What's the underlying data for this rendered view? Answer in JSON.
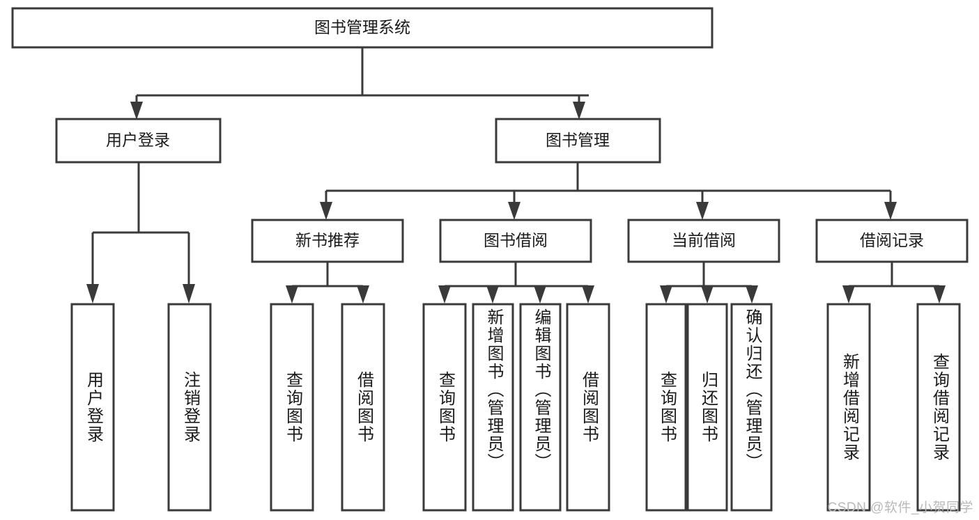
{
  "diagram": {
    "title": "图书管理系统",
    "type": "tree-hierarchy",
    "watermark": "CSDN @软件_小贺同学",
    "colors": {
      "background": "#ffffff",
      "box_stroke": "#3a3a3a",
      "box_fill": "#ffffff",
      "text": "#1a1a1a",
      "watermark_text": "#b9b9b9"
    },
    "root": {
      "label": "图书管理系统"
    },
    "level2": [
      {
        "id": "user-login",
        "label": "用户登录"
      },
      {
        "id": "book-manage",
        "label": "图书管理"
      }
    ],
    "level3": [
      {
        "id": "new-book-recommend",
        "label": "新书推荐"
      },
      {
        "id": "book-borrow",
        "label": "图书借阅"
      },
      {
        "id": "current-borrow",
        "label": "当前借阅"
      },
      {
        "id": "borrow-record",
        "label": "借阅记录"
      }
    ],
    "leaves": [
      {
        "id": "leaf-user-login",
        "label": "用户登录",
        "parent": "user-login"
      },
      {
        "id": "leaf-user-logout",
        "label": "注销登录",
        "parent": "user-login"
      },
      {
        "id": "leaf-query-book-1",
        "label": "查询图书",
        "parent": "new-book-recommend"
      },
      {
        "id": "leaf-borrow-book-1",
        "label": "借阅图书",
        "parent": "new-book-recommend"
      },
      {
        "id": "leaf-query-book-2",
        "label": "查询图书",
        "parent": "book-borrow"
      },
      {
        "id": "leaf-add-book",
        "label": "新增图书（管理员）",
        "parent": "book-borrow"
      },
      {
        "id": "leaf-edit-book",
        "label": "编辑图书（管理员）",
        "parent": "book-borrow"
      },
      {
        "id": "leaf-borrow-book-2",
        "label": "借阅图书",
        "parent": "book-borrow"
      },
      {
        "id": "leaf-query-book-3",
        "label": "查询图书",
        "parent": "current-borrow"
      },
      {
        "id": "leaf-return-book",
        "label": "归还图书",
        "parent": "current-borrow"
      },
      {
        "id": "leaf-confirm-return",
        "label": "确认归还（管理员）",
        "parent": "current-borrow"
      },
      {
        "id": "leaf-add-record",
        "label": "新增借阅记录",
        "parent": "borrow-record"
      },
      {
        "id": "leaf-query-record",
        "label": "查询借阅记录",
        "parent": "borrow-record"
      }
    ]
  }
}
